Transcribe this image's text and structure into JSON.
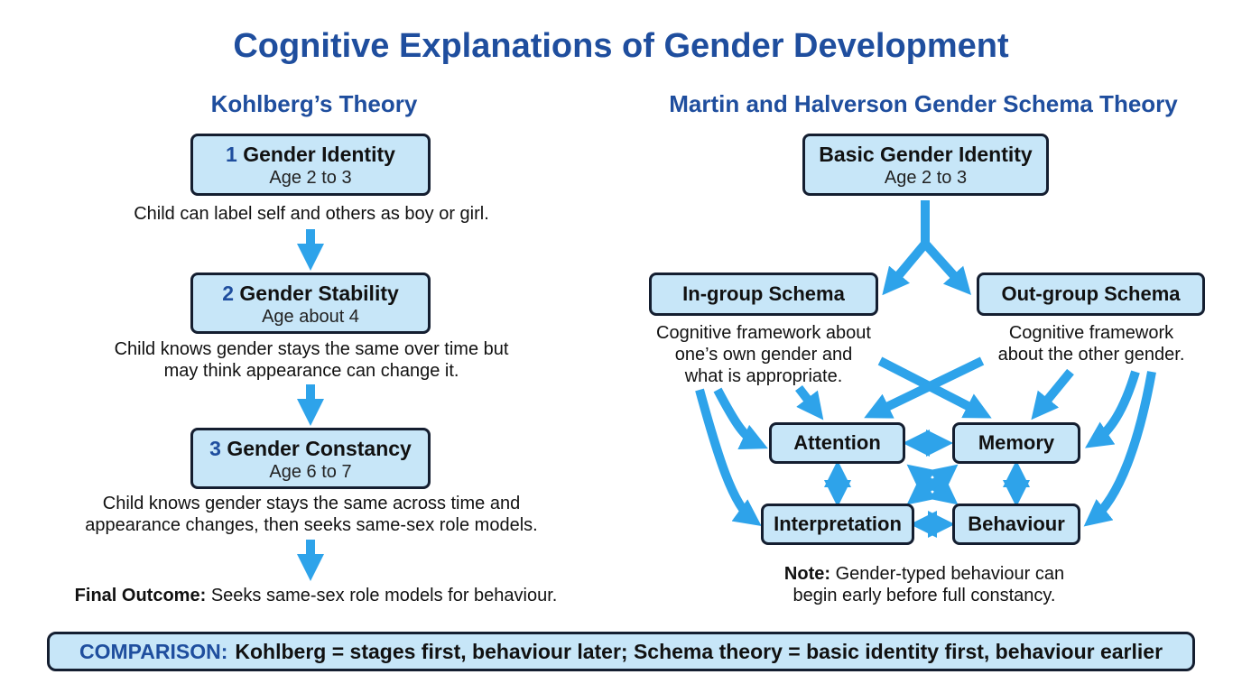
{
  "title": "Cognitive Explanations of Gender Development",
  "kohlberg": {
    "heading": "Kohlberg’s Theory",
    "stages": [
      {
        "num": "1",
        "name": "Gender Identity",
        "age": "Age 2 to 3",
        "desc": [
          "Child can label self and others as boy or girl."
        ]
      },
      {
        "num": "2",
        "name": "Gender Stability",
        "age": "Age about 4",
        "desc": [
          "Child knows gender stays the same over time but",
          "may think appearance can change it."
        ]
      },
      {
        "num": "3",
        "name": "Gender Constancy",
        "age": "Age 6 to 7",
        "desc": [
          "Child knows gender stays the same across time and",
          "appearance changes, then seeks same-sex role models."
        ]
      }
    ],
    "final_label": "Final Outcome:",
    "final_text": "Seeks same-sex role models for behaviour."
  },
  "schema": {
    "heading": "Martin and Halverson Gender Schema Theory",
    "basic": {
      "name": "Basic Gender Identity",
      "age": "Age 2 to 3"
    },
    "ingroup": {
      "name": "In-group Schema",
      "desc": [
        "Cognitive framework about",
        "one’s own gender and",
        "what is appropriate."
      ]
    },
    "outgroup": {
      "name": "Out-group Schema",
      "desc": [
        "Cognitive framework",
        "about the other gender."
      ]
    },
    "attention": "Attention",
    "memory": "Memory",
    "interpretation": "Interpretation",
    "behaviour": "Behaviour",
    "note_label": "Note:",
    "note_lines": [
      "Gender-typed behaviour can",
      "begin early before full constancy."
    ]
  },
  "comparison": {
    "label": "COMPARISON:",
    "text": "Kohlberg = stages first, behaviour later; Schema theory = basic identity first, behaviour earlier"
  },
  "colors": {
    "accent": "#1f4e9e",
    "arrow": "#2ea3ea",
    "box_fill": "#c7e6f8",
    "box_border": "#141e30"
  }
}
